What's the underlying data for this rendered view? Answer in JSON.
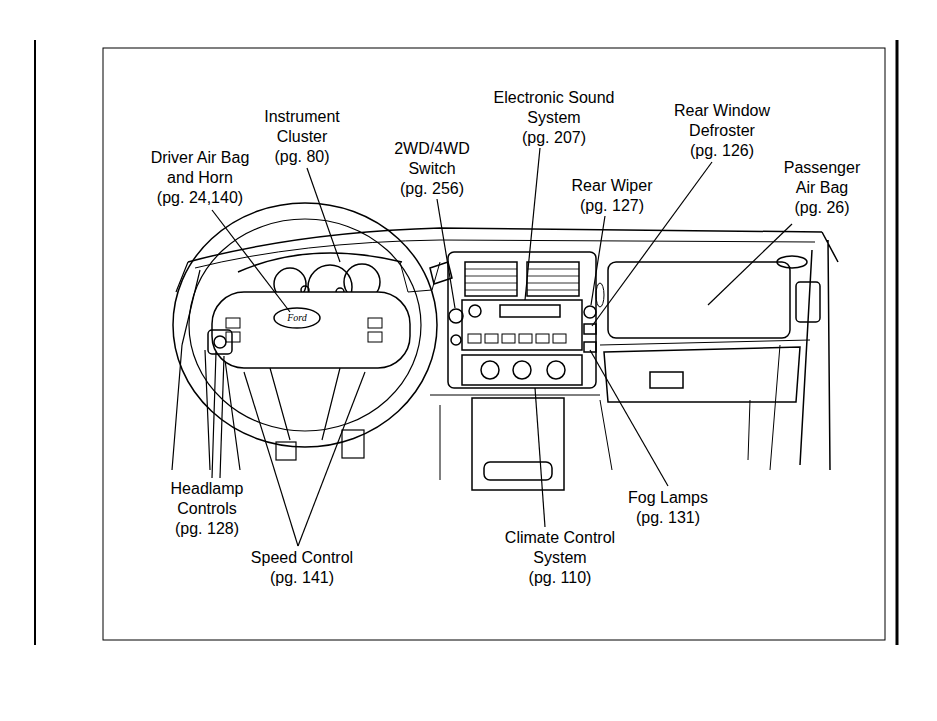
{
  "diagram": {
    "labels": [
      "Instrument Cluster",
      "(pg. 80)",
      "Electronic Sound System",
      "(pg. 207)",
      "Rear Window Defroster",
      "(pg. 126)",
      "Driver Air Bag and Horn",
      "(pg. 24,140)",
      "2WD/4WD Switch",
      "(pg. 256)",
      "Rear Wiper",
      "(pg. 127)",
      "Passenger Air Bag",
      "(pg. 26)",
      "Headlamp Controls",
      "(pg. 128)",
      "Speed Control",
      "(pg. 141)",
      "Climate Control System",
      "(pg. 110)",
      "Fog Lamps",
      "(pg. 131)",
      "Ford"
    ]
  }
}
